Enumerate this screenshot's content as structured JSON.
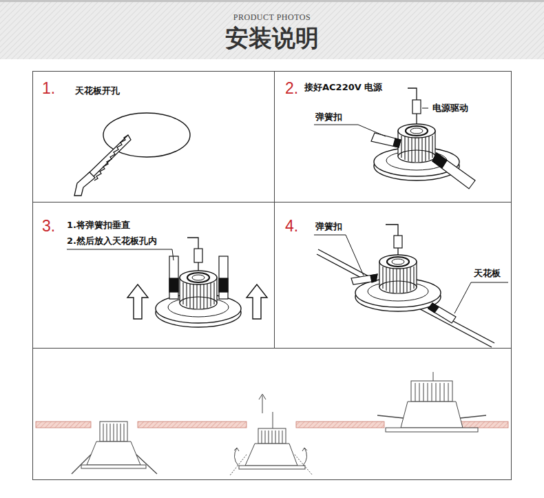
{
  "diagram": {
    "title": "安装说明",
    "nodes": [
      {
        "text": [
          "1.",
          "天花板开孔"
        ]
      },
      {
        "text": [
          "2.",
          "接好AC220V 电源"
        ]
      },
      {
        "text": [
          "3.",
          "1.将弹簧扣垂直",
          "2.然后放入天花板孔内"
        ]
      },
      {
        "text": [
          "4."
        ]
      }
    ],
    "labels": [
      "PRODUCT PHOTOS",
      "电源驱动",
      "弹簧扣",
      "弹簧扣",
      "天花板"
    ]
  }
}
